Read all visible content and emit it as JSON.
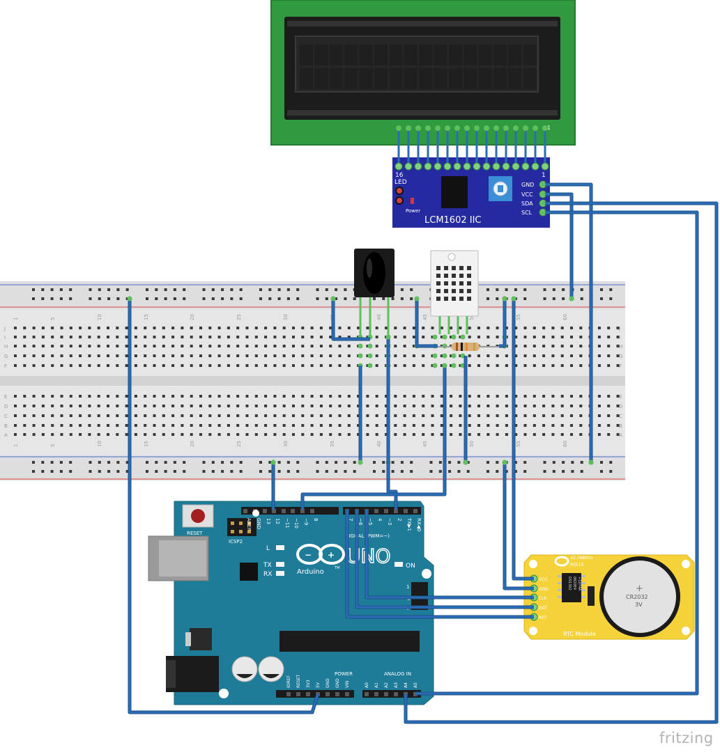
{
  "lcd": {
    "pin_first": "1",
    "pin_first_top": "1"
  },
  "i2c_module": {
    "title": "LCM1602 IIC",
    "pin16": "16",
    "pin1": "1",
    "led_label": "LED",
    "power_label": "Power",
    "pins": [
      "GND",
      "VCC",
      "SDA",
      "SCL"
    ]
  },
  "breadboard": {
    "column_numbers": [
      "1",
      "5",
      "10",
      "15",
      "20",
      "25",
      "30",
      "35",
      "40",
      "45",
      "50",
      "55",
      "60"
    ],
    "rows_top": [
      "J",
      "I",
      "H",
      "G",
      "F"
    ],
    "rows_bottom": [
      "E",
      "D",
      "C",
      "B",
      "A"
    ]
  },
  "arduino": {
    "board_name": "UNO",
    "brand": "Arduino",
    "tm": "TM",
    "reset_label": "RESET",
    "icsp_label": "ICSP2",
    "led_l": "L",
    "led_tx": "TX",
    "led_rx": "RX",
    "on_label": "ON",
    "digital_label": "DIGITAL (PWM=~)",
    "header_top_left": [
      "AREF",
      "GND",
      "13",
      "12",
      "~11",
      "~10",
      "~9",
      "8"
    ],
    "header_top_right": [
      "7",
      "~6",
      "~5",
      "4",
      "~3",
      "2",
      "TX▶1",
      "RX◀0"
    ],
    "power_label": "POWER",
    "analog_label": "ANALOG IN",
    "power_pins": [
      "IOREF",
      "RESET",
      "3V3",
      "5V",
      "GND",
      "GND",
      "VIN"
    ],
    "analog_pins": [
      "A0",
      "A1",
      "A2",
      "A3",
      "A4",
      "A5"
    ],
    "icsp1": "1",
    "icsp_s": "S",
    "icsp_i": "I"
  },
  "rtc": {
    "label": "RTC Module",
    "battery": "CR2032",
    "battery_v": "3V",
    "battery_plus": "+",
    "chip_l1": "DS1302",
    "chip_l2": "0820E4",
    "chip_l3": "+1074A",
    "crystal": "32.768KHz",
    "top_label": "R0518",
    "pins": [
      "VCC",
      "GND",
      "CLK",
      "DAT",
      "RST"
    ]
  },
  "watermark": "fritzing",
  "colors": {
    "wire": "#2a6db5",
    "lcd_pcb": "#2f9b3e",
    "i2c_pcb": "#262aa0",
    "arduino": "#1f7c99",
    "rtc": "#f6d23a",
    "breadboard": "#e8e8e8",
    "pin_green": "#5fbf5f"
  }
}
